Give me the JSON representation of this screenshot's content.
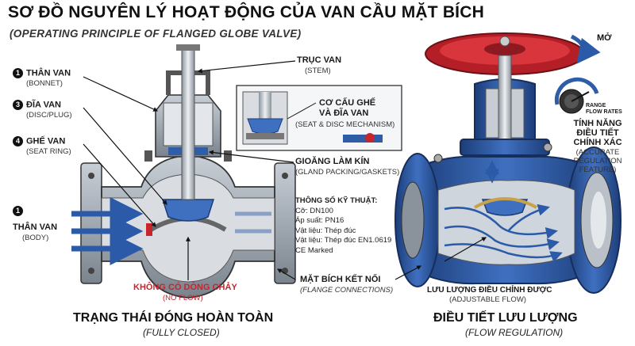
{
  "header": {
    "title": "SƠ ĐỒ NGUYÊN LÝ HOẠT ĐỘNG CỦA VAN CẦU MẶT BÍCH",
    "subtitle": "(OPERATING PRINCIPLE OF FLANGED GLOBE VALVE)"
  },
  "labels": {
    "bonnet": {
      "num": "1",
      "vi": "THÂN VAN",
      "en": "(BONNET)"
    },
    "disc": {
      "num": "3",
      "vi": "ĐĨA VAN",
      "en": "(DISC/PLUG)"
    },
    "seat": {
      "num": "4",
      "vi": "GHẾ VAN",
      "en": "(SEAT RING)"
    },
    "body": {
      "num": "1",
      "vi": "THÂN VAN",
      "en": "(BODY)"
    },
    "stem": {
      "vi": "TRỤC VAN",
      "en": "(STEM)"
    },
    "seat_disc": {
      "vi1": "CƠ CẤU GHẾ",
      "vi2": "VÀ ĐĨA VAN",
      "en": "(SEAT & DISC MECHANISM)"
    },
    "gland": {
      "vi": "GIOĂNG LÀM KÍN",
      "en": "(GLAND PACKING/GASKETS)"
    },
    "flange": {
      "vi": "MẶT BÍCH KẾT NỐI",
      "en": "(FLANGE CONNECTIONS)"
    },
    "noflow": {
      "vi": "KHÔNG CÓ DÒNG CHẢY",
      "en": "(NO FLOW)"
    },
    "adjflow": {
      "vi": "LƯU LƯỢNG ĐIỀU CHỈNH ĐƯỢC",
      "en": "(ADJUSTABLE FLOW)"
    },
    "open": "MỞ",
    "range": "RANGE",
    "flow_rates": "FLOW RATES",
    "feature": {
      "vi1": "TÍNH NĂNG",
      "vi2": "ĐIỀU TIẾT",
      "vi3": "CHÍNH XÁC",
      "en1": "(ACCURATE",
      "en2": "REGULATION",
      "en3": "FEATURE)"
    }
  },
  "specs": {
    "heading": "THÔNG SỐ KỸ THUẬT:",
    "lines": [
      "Cỡ: DN100",
      "Áp suất: PN16",
      "Vật liệu: Thép đúc",
      "Vật liệu: Thép đúc EN1.0619",
      "CE Marked"
    ]
  },
  "captions": {
    "left": {
      "vi": "TRẠNG THÁI ĐÓNG HOÀN TOÀN",
      "en": "(FULLY CLOSED)"
    },
    "right": {
      "vi": "ĐIỀU TIẾT LƯU LƯỢNG",
      "en": "(FLOW REGULATION)"
    }
  },
  "colors": {
    "steel": "#9aa3ad",
    "steel_dark": "#5d6670",
    "blue": "#2f5da8",
    "blue_dark": "#1c3d78",
    "red": "#c8242c",
    "flow": "#2b5aa8"
  },
  "icons": [
    "flow-arrow-icon",
    "handwheel-icon",
    "range-dial-icon",
    "rotate-arrow-icon"
  ]
}
